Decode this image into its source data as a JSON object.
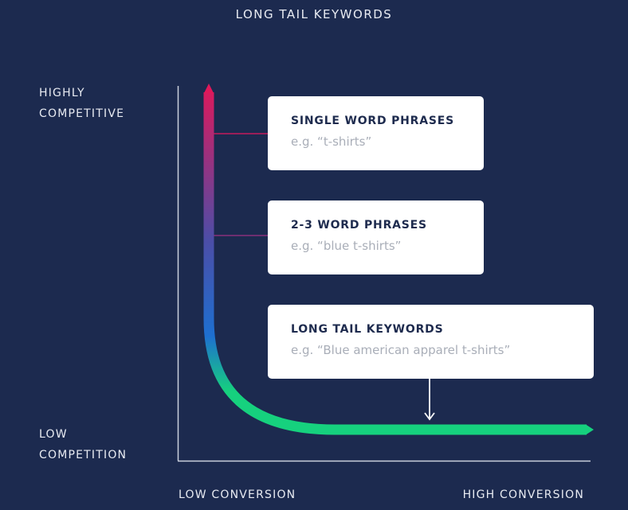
{
  "title": "LONG TAIL KEYWORDS",
  "y_axis": {
    "top_label": [
      "HIGHLY",
      "COMPETITIVE"
    ],
    "bottom_label": [
      "LOW",
      "COMPETITION"
    ]
  },
  "x_axis": {
    "left_label": "LOW CONVERSION",
    "right_label": "HIGH CONVERSION"
  },
  "cards": [
    {
      "heading": "SINGLE WORD PHRASES",
      "example": "e.g. “t-shirts”"
    },
    {
      "heading": "2-3 WORD PHRASES",
      "example": "e.g. “blue t-shirts”"
    },
    {
      "heading": "LONG TAIL KEYWORDS",
      "example": "e.g. “Blue american apparel t-shirts”"
    }
  ],
  "colors": {
    "background": "#1c2a4f",
    "curve_top": "#e0185a",
    "curve_middle": "#4b4ea8",
    "curve_lower": "#1e6fd0",
    "curve_bottom": "#16d17e"
  }
}
